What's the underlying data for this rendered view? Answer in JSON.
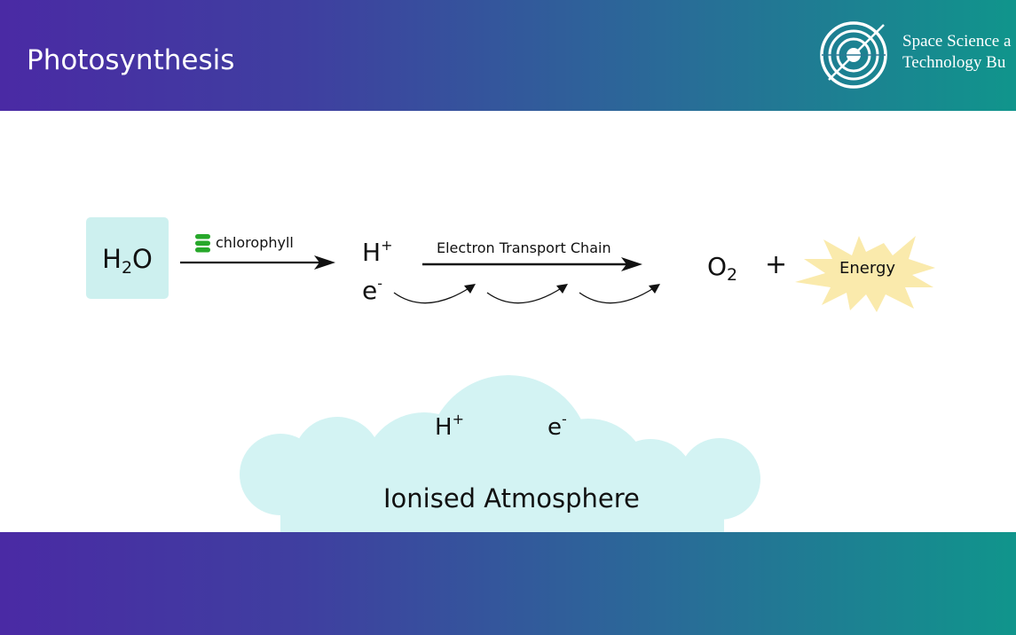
{
  "header": {
    "title": "Photosynthesis",
    "logo_text_line1": "Space Science a",
    "logo_text_line2": "Technology Bu"
  },
  "reaction": {
    "water": {
      "base1": "H",
      "sub": "2",
      "base2": "O"
    },
    "catalyst_label": "chlorophyll",
    "hydrogen_ion": {
      "base": "H",
      "sup": "+"
    },
    "electron": {
      "base": "e",
      "sup": "-"
    },
    "chain_label": "Electron Transport Chain",
    "oxygen": {
      "base": "O",
      "sub": "2"
    },
    "plus": "+",
    "energy_label": "Energy"
  },
  "cloud": {
    "hydrogen_ion": {
      "base": "H",
      "sup": "+"
    },
    "electron": {
      "base": "e",
      "sup": "-"
    },
    "label": "Ionised Atmosphere"
  },
  "colors": {
    "header_gradient_start": "#4a2aa4",
    "header_gradient_end": "#10958c",
    "water_box": "#cdf0ef",
    "cloud": "#d3f3f3",
    "energy_star": "#faeaac",
    "chlorophyll_icon": "#27a82a"
  },
  "icons": {
    "logo": "orbital-rings-logo-icon",
    "catalyst": "chlorophyll-stack-icon"
  }
}
